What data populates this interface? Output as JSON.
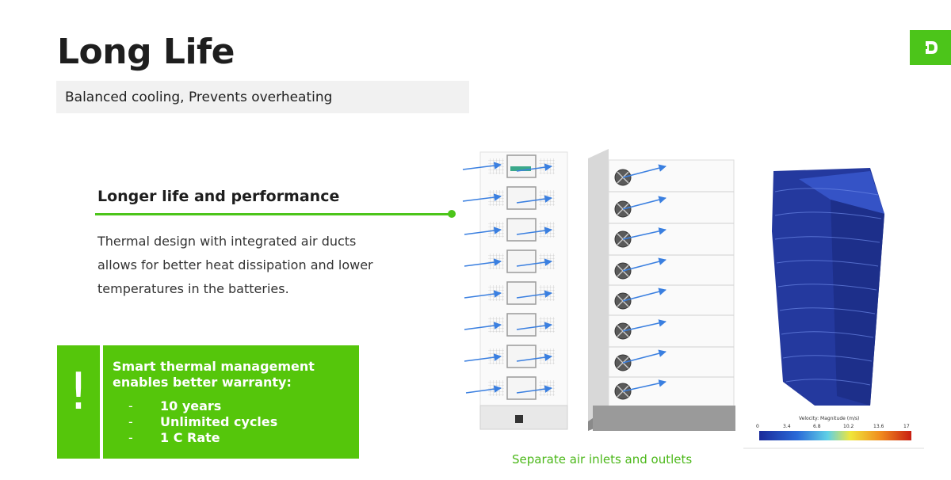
{
  "title": "Long Life",
  "subtitle": "Balanced cooling, Prevents overheating",
  "logo": {
    "icon": "d-logo-icon",
    "color": "#4cc51a"
  },
  "section": {
    "heading": "Longer  life and performance",
    "body": "Thermal design with integrated air ducts allows for better heat dissipation and lower temperatures in the batteries."
  },
  "callout": {
    "icon": "!",
    "title": "Smart thermal management enables better warranty:",
    "items": [
      {
        "dash": "-",
        "text": "10 years"
      },
      {
        "dash": "-",
        "text": "Unlimited cycles"
      },
      {
        "dash": "-",
        "text": "1 C Rate"
      }
    ],
    "color": "#55c60b"
  },
  "figure": {
    "caption": "Separate air inlets and outlets",
    "colorbar_title": "Velocity: Magnitude (m/s)",
    "colorbar_ticks": [
      "0",
      "3.4",
      "6.8",
      "10.2",
      "13.6",
      "17"
    ]
  },
  "colors": {
    "accent": "#4cc51a",
    "arrow": "#3a7fe0",
    "flow": "#1a3a9a"
  }
}
